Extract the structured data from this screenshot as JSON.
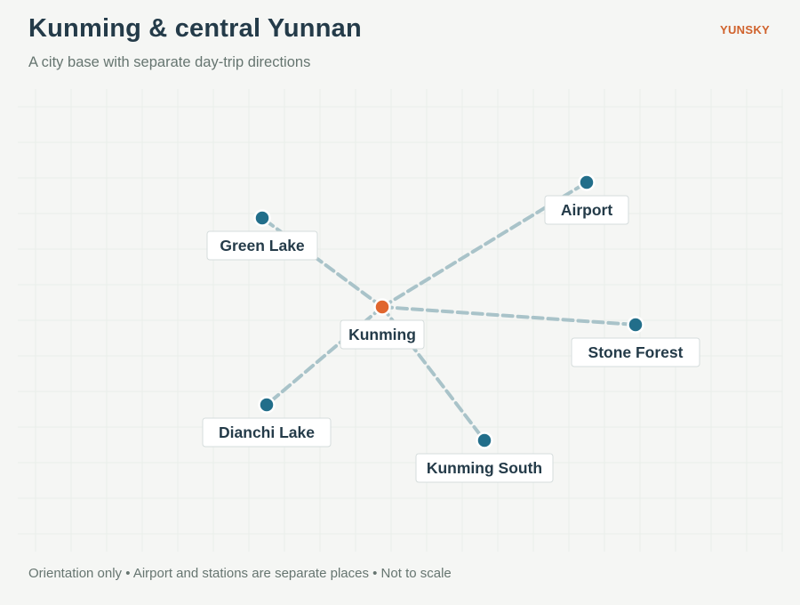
{
  "header": {
    "title": "Kunming & central Yunnan",
    "subtitle": "A city base with separate day-trip directions",
    "brand": "YUNSKY"
  },
  "footer": {
    "note": "Orientation only • Airport and stations are separate places • Not to scale"
  },
  "colors": {
    "hub": "#e0662e",
    "destination": "#226e8a",
    "route": "#a9c3c9",
    "grid": "#e9eeea"
  },
  "map": {
    "hub": {
      "label": "Kunming"
    },
    "destinations": [
      {
        "label": "Green Lake"
      },
      {
        "label": "Airport"
      },
      {
        "label": "Stone Forest"
      },
      {
        "label": "Dianchi Lake"
      },
      {
        "label": "Kunming South"
      }
    ]
  }
}
